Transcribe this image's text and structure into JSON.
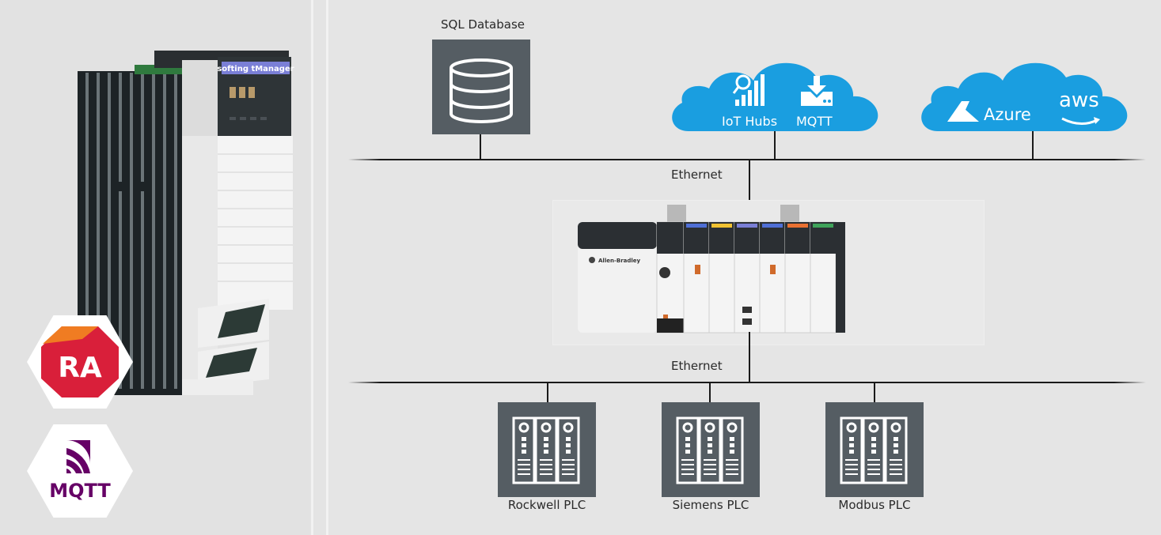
{
  "left_panel": {
    "device": {
      "name": "softing tManager module",
      "badge_text": "softing  tManager"
    },
    "logos": [
      {
        "name": "Rockwell Automation",
        "text": "RA",
        "colors": {
          "primary": "#d91f3a",
          "accent": "#f07c22"
        }
      },
      {
        "name": "MQTT",
        "text": "MQTT",
        "colors": {
          "primary": "#660066"
        }
      }
    ]
  },
  "diagram": {
    "top_nodes": {
      "sql": {
        "label": "SQL Database",
        "icon": "database-icon"
      },
      "cloud_iot": {
        "items": [
          {
            "label": "IoT Hubs",
            "icon": "analytics-search-icon"
          },
          {
            "label": "MQTT",
            "icon": "download-tray-icon"
          }
        ]
      },
      "cloud_vendors": {
        "items": [
          {
            "label": "Azure",
            "icon": "azure-logo-icon"
          },
          {
            "label": "aws",
            "icon": "aws-smile-icon"
          }
        ]
      }
    },
    "networks": {
      "upper": {
        "label": "Ethernet"
      },
      "lower": {
        "label": "Ethernet"
      }
    },
    "controller": {
      "brand": "Allen-Bradley",
      "name": "ControlLogix chassis with tManager"
    },
    "plcs": [
      {
        "label": "Rockwell PLC",
        "icon": "server-rack-icon"
      },
      {
        "label": "Siemens PLC",
        "icon": "server-rack-icon"
      },
      {
        "label": "Modbus PLC",
        "icon": "server-rack-icon"
      }
    ]
  },
  "colors": {
    "background": "#e4e4e4",
    "tile": "#555d63",
    "cloud": "#1a9ee0",
    "line": "#1a1a1a"
  }
}
